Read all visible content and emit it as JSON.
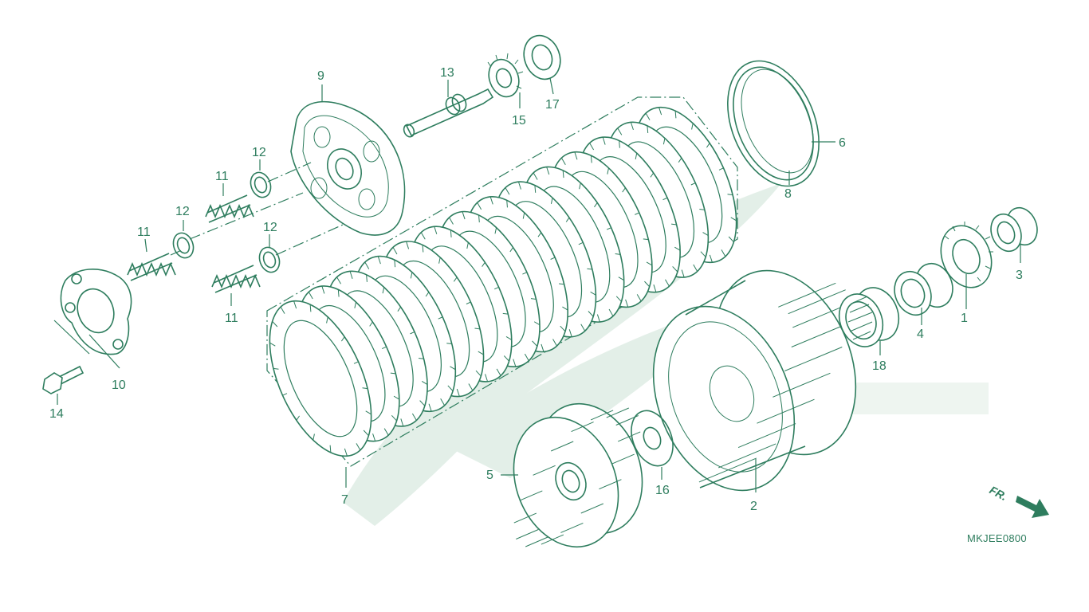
{
  "diagram": {
    "code": "MKJEE0800",
    "direction_label": "FR.",
    "callouts": [
      "1",
      "2",
      "3",
      "4",
      "5",
      "6",
      "7",
      "8",
      "9",
      "10",
      "11",
      "11",
      "11",
      "12",
      "12",
      "12",
      "13",
      "14",
      "15",
      "16",
      "17",
      "18"
    ]
  },
  "colors": {
    "ink": "#2e7d5e",
    "watermark": "#e3efe8",
    "paper": "#ffffff"
  }
}
